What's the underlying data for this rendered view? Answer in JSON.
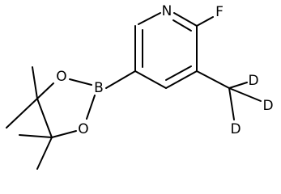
{
  "structure": {
    "atoms": {
      "nitrogen": "N",
      "fluorine": "F",
      "boron": "B",
      "oxygen_top": "O",
      "oxygen_bottom": "O",
      "deuterium_1": "D",
      "deuterium_2": "D",
      "deuterium_3": "D"
    }
  }
}
